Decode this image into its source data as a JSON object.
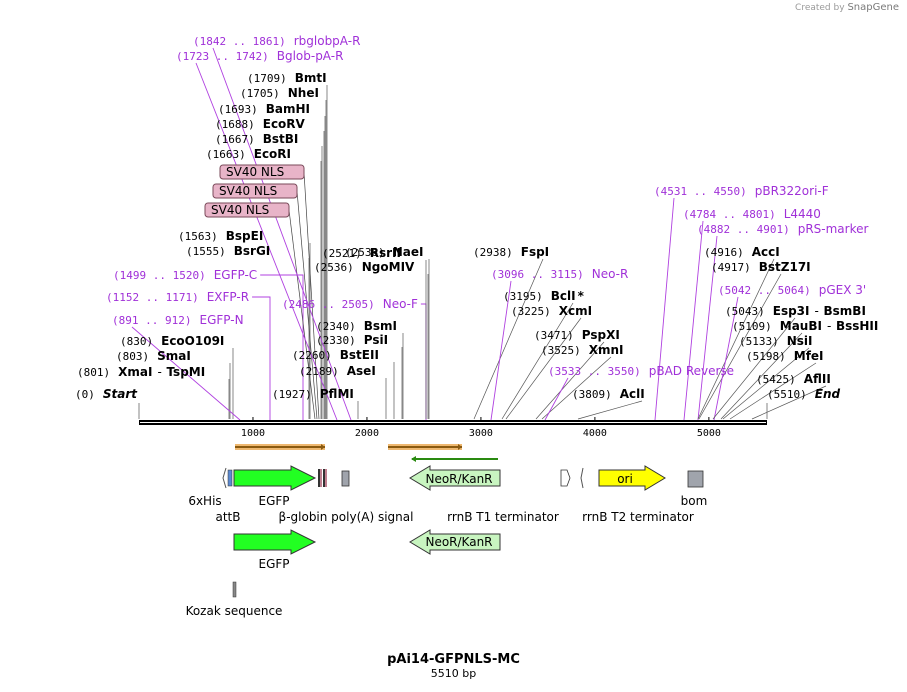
{
  "credit": {
    "prefix": "Created by",
    "brand": "SnapGene"
  },
  "title": "pAi14-GFPNLS-MC",
  "length_label": "5510 bp",
  "ruler_ticks": [
    "1000",
    "2000",
    "3000",
    "4000",
    "5000"
  ],
  "sites": [
    {
      "pos": "(0)",
      "name": "Start",
      "type": "end"
    },
    {
      "pos": "(801)",
      "name": "XmaI",
      "name2": "TspMI",
      "type": "enzyme"
    },
    {
      "pos": "(803)",
      "name": "SmaI",
      "type": "enzyme"
    },
    {
      "pos": "(830)",
      "name": "EcoO109I",
      "type": "enzyme"
    },
    {
      "pos": "(891 .. 912)",
      "name": "EGFP-N",
      "type": "primer"
    },
    {
      "pos": "(1152 .. 1171)",
      "name": "EXFP-R",
      "type": "primer"
    },
    {
      "pos": "(1499 .. 1520)",
      "name": "EGFP-C",
      "type": "primer"
    },
    {
      "pos": "(1555)",
      "name": "BsrGI",
      "type": "enzyme"
    },
    {
      "pos": "(1563)",
      "name": "BspEI",
      "type": "enzyme"
    },
    {
      "feature": "SV40 NLS"
    },
    {
      "feature": "SV40 NLS"
    },
    {
      "feature": "SV40 NLS"
    },
    {
      "pos": "(1663)",
      "name": "EcoRI",
      "type": "enzyme"
    },
    {
      "pos": "(1667)",
      "name": "BstBI",
      "type": "enzyme"
    },
    {
      "pos": "(1688)",
      "name": "EcoRV",
      "type": "enzyme"
    },
    {
      "pos": "(1693)",
      "name": "BamHI",
      "type": "enzyme"
    },
    {
      "pos": "(1705)",
      "name": "NheI",
      "type": "enzyme"
    },
    {
      "pos": "(1709)",
      "name": "BmtI",
      "type": "enzyme"
    },
    {
      "pos": "(1723 .. 1742)",
      "name": "Bglob-pA-R",
      "type": "primer"
    },
    {
      "pos": "(1842 .. 1861)",
      "name": "rbglobpA-R",
      "type": "primer"
    },
    {
      "pos": "(1927)",
      "name": "PflMI",
      "type": "enzyme"
    },
    {
      "pos": "(2189)",
      "name": "AseI",
      "type": "enzyme"
    },
    {
      "pos": "(2260)",
      "name": "BstEII",
      "type": "enzyme"
    },
    {
      "pos": "(2330)",
      "name": "PsiI",
      "type": "enzyme"
    },
    {
      "pos": "(2340)",
      "name": "BsmI",
      "type": "enzyme"
    },
    {
      "pos": "(2486 .. 2505)",
      "name": "Neo-F",
      "type": "primer"
    },
    {
      "pos": "(2521)",
      "name": "RsrII",
      "type": "enzyme"
    },
    {
      "pos": "(2536)",
      "name": "NgoMIV",
      "type": "enzyme"
    },
    {
      "pos": "(2538)",
      "name": "NaeI",
      "type": "enzyme"
    },
    {
      "pos": "(2938)",
      "name": "FspI",
      "type": "enzyme"
    },
    {
      "pos": "(3096 .. 3115)",
      "name": "Neo-R",
      "type": "primer"
    },
    {
      "pos": "(3195)",
      "name": "BclI",
      "mark": "*",
      "type": "enzyme"
    },
    {
      "pos": "(3225)",
      "name": "XcmI",
      "type": "enzyme"
    },
    {
      "pos": "(3471)",
      "name": "PspXI",
      "type": "enzyme"
    },
    {
      "pos": "(3525)",
      "name": "XmnI",
      "type": "enzyme"
    },
    {
      "pos": "(3533 .. 3550)",
      "name": "pBAD Reverse",
      "type": "primer"
    },
    {
      "pos": "(3809)",
      "name": "AclI",
      "type": "enzyme"
    },
    {
      "pos": "(4531 .. 4550)",
      "name": "pBR322ori-F",
      "type": "primer"
    },
    {
      "pos": "(4784 .. 4801)",
      "name": "L4440",
      "type": "primer"
    },
    {
      "pos": "(4882 .. 4901)",
      "name": "pRS-marker",
      "type": "primer"
    },
    {
      "pos": "(4916)",
      "name": "AccI",
      "type": "enzyme"
    },
    {
      "pos": "(4917)",
      "name": "BstZ17I",
      "type": "enzyme"
    },
    {
      "pos": "(5042 .. 5064)",
      "name": "pGEX 3'",
      "type": "primer"
    },
    {
      "pos": "(5043)",
      "name": "Esp3I",
      "name2": "BsmBI",
      "type": "enzyme"
    },
    {
      "pos": "(5109)",
      "name": "MauBI",
      "name2": "BssHII",
      "type": "enzyme"
    },
    {
      "pos": "(5133)",
      "name": "NsiI",
      "type": "enzyme"
    },
    {
      "pos": "(5198)",
      "name": "MfeI",
      "type": "enzyme"
    },
    {
      "pos": "(5425)",
      "name": "AflII",
      "type": "enzyme"
    },
    {
      "pos": "(5510)",
      "name": "End",
      "type": "end"
    }
  ],
  "features": [
    {
      "label": "6xHis"
    },
    {
      "label": "attB"
    },
    {
      "label": "EGFP"
    },
    {
      "label": "β-globin poly(A) signal"
    },
    {
      "label": "NeoR/KanR",
      "inside": true
    },
    {
      "label": "rrnB T1 terminator"
    },
    {
      "label": "rrnB T2 terminator"
    },
    {
      "label": "ori",
      "inside": true
    },
    {
      "label": "bom"
    },
    {
      "label": "EGFP"
    },
    {
      "label": "NeoR/KanR",
      "inside": true
    },
    {
      "label": "Kozak sequence"
    }
  ],
  "colors": {
    "enzyme_text": "#000000",
    "primer_text": "#a030d8",
    "primer_line": "#b040e0",
    "egfp": "#22ff22",
    "neo": "#c8f5c0",
    "ori": "#ffff00",
    "nls": "#e8b4c8",
    "bom": "#a0a4ac",
    "primer_bar": "#e8a040",
    "backbone": "#000000"
  }
}
